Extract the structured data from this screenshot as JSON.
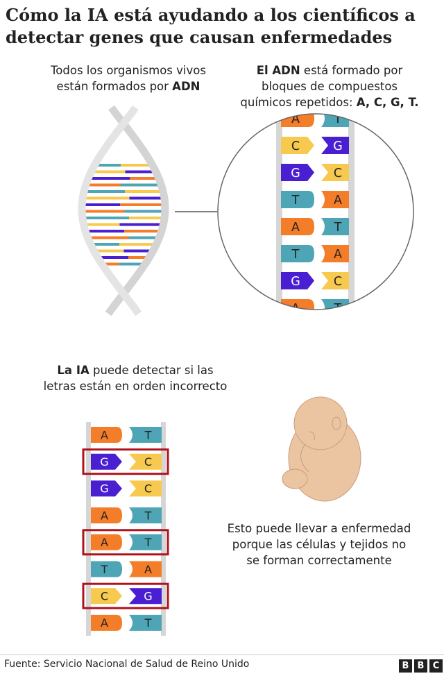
{
  "title": "Cómo la IA está ayudando a los científicos a detectar genes que causan enfermedades",
  "intro": {
    "line1": "Todos los organismos vivos",
    "line2_pre": "están formados por ",
    "line2_bold": "ADN"
  },
  "adn": {
    "bold": "El ADN",
    "rest": " está formado por",
    "line2": "bloques de compuestos",
    "line3_pre": "químicos repetidos: ",
    "line3_bold": "A, C, G, T."
  },
  "ai": {
    "bold": "La IA",
    "rest": " puede detectar si las",
    "line2": "letras están en orden incorrecto"
  },
  "disease": {
    "line1": "Esto puede llevar a enfermedad",
    "line2": "porque las células y tejidos no",
    "line3": "se forman correctamente"
  },
  "colors": {
    "A": "#f47d2a",
    "T": "#4ea5b6",
    "C": "#f7c94e",
    "G": "#4a1fd2",
    "highlight": "#b0121b"
  },
  "zoom_rows": [
    [
      "A",
      "T"
    ],
    [
      "C",
      "G"
    ],
    [
      "G",
      "C"
    ],
    [
      "T",
      "A"
    ],
    [
      "A",
      "T"
    ],
    [
      "T",
      "A"
    ],
    [
      "G",
      "C"
    ],
    [
      "A",
      "T"
    ]
  ],
  "ladder_rows": [
    {
      "pair": [
        "A",
        "T"
      ],
      "error": false
    },
    {
      "pair": [
        "G",
        "C"
      ],
      "error": true
    },
    {
      "pair": [
        "G",
        "C"
      ],
      "error": false
    },
    {
      "pair": [
        "A",
        "T"
      ],
      "error": false
    },
    {
      "pair": [
        "A",
        "T"
      ],
      "error": true
    },
    {
      "pair": [
        "T",
        "A"
      ],
      "error": false
    },
    {
      "pair": [
        "C",
        "G"
      ],
      "error": true
    },
    {
      "pair": [
        "A",
        "T"
      ],
      "error": false
    }
  ],
  "footer": "Fuente: Servicio Nacional de Salud de Reino Unido",
  "logo": "BBC"
}
